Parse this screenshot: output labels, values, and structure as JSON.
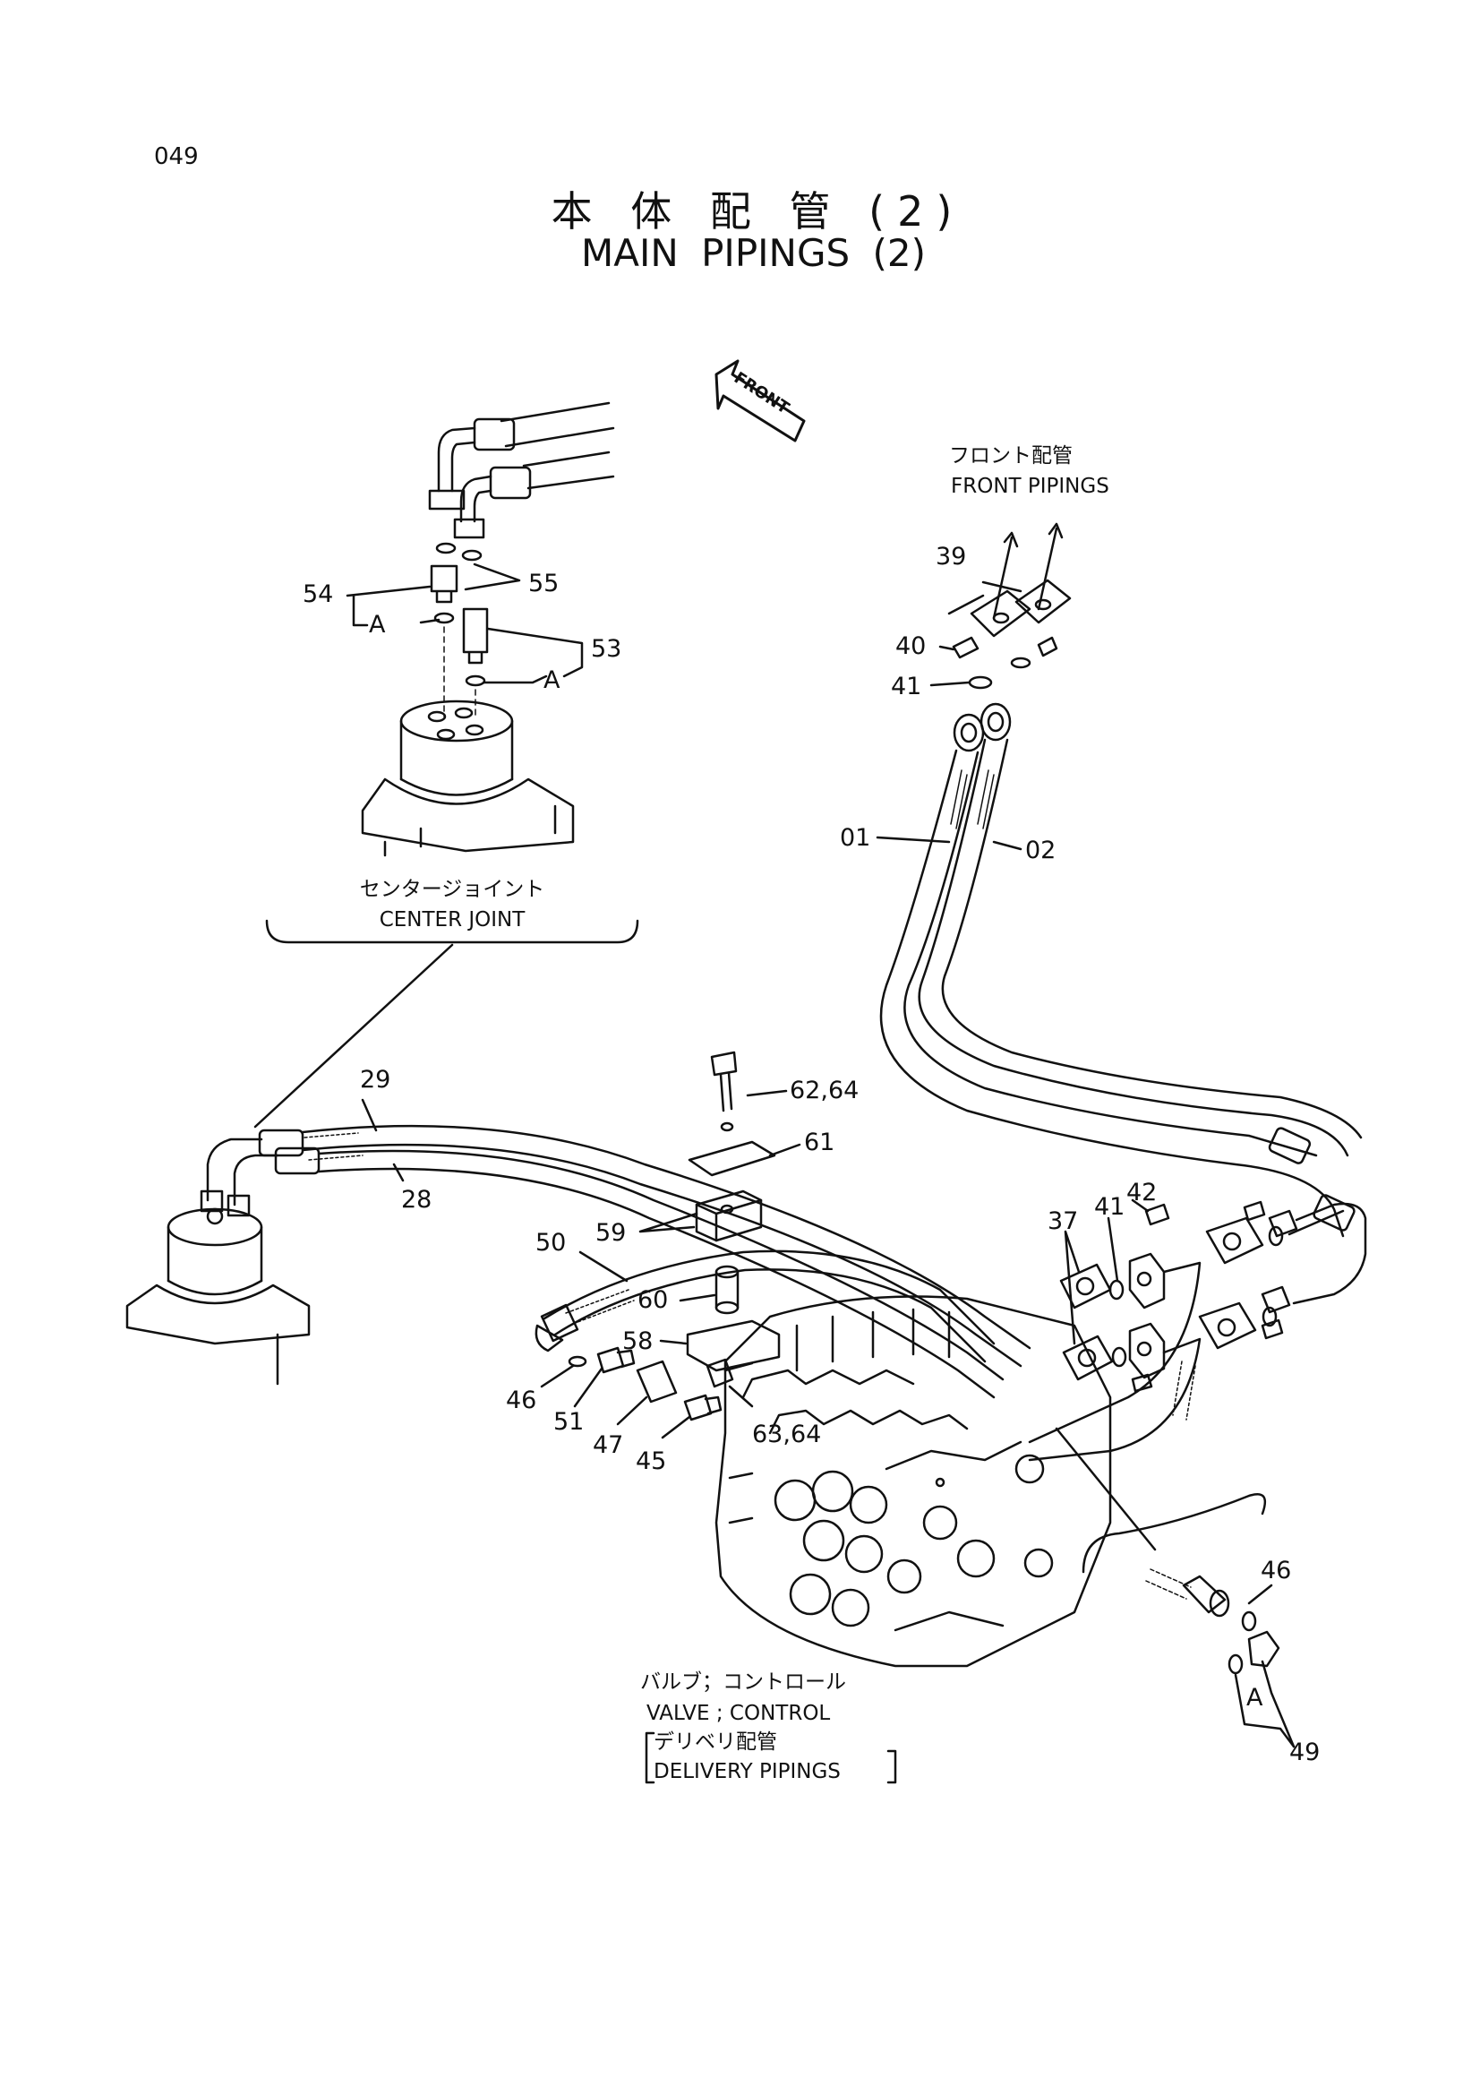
{
  "page_number": "049",
  "title_jp": "本 体 配 管 (2)",
  "title_en": "MAIN  PIPINGS (2)",
  "front_arrow_text": "FRONT",
  "captions": {
    "front_pipings_jp": "フロント配管",
    "front_pipings_en": "FRONT PIPINGS",
    "center_joint_jp": "センタージョイント",
    "center_joint_en": "CENTER JOINT",
    "valve_jp": "バルブ；コントロール",
    "valve_en": "VALVE ; CONTROL",
    "delivery_jp": "デリベリ配管",
    "delivery_en": "DELIVERY PIPINGS"
  },
  "part_labels": {
    "p01": "01",
    "p02": "02",
    "p28": "28",
    "p29": "29",
    "p37": "37",
    "p39": "39",
    "p40": "40",
    "p41a": "41",
    "p41b": "41",
    "p42": "42",
    "p45": "45",
    "p46a": "46",
    "p46b": "46",
    "p47": "47",
    "p49": "49",
    "p50": "50",
    "p51": "51",
    "p53": "53",
    "p54": "54",
    "p55": "55",
    "p58": "58",
    "p59": "59",
    "p60": "60",
    "p61": "61",
    "p62_64": "62,64",
    "p63_64": "63,64",
    "a1": "A",
    "a2": "A",
    "a3": "A"
  }
}
